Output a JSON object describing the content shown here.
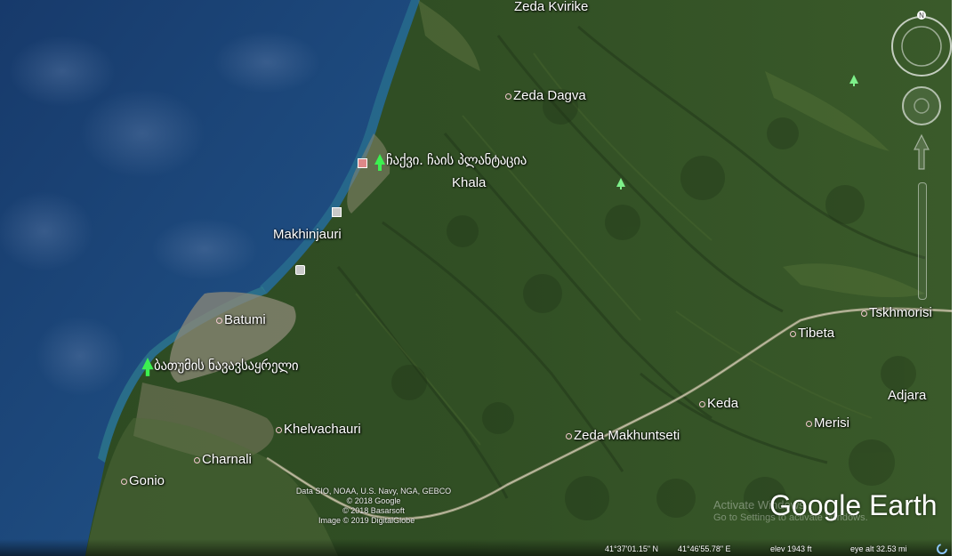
{
  "places": {
    "zeda_kvirike": "Zeda Kvirike",
    "zeda_dagva": "Zeda Dagva",
    "khala": "Khala",
    "makhinjauri": "Makhinjauri",
    "batumi": "Batumi",
    "khelvachauri": "Khelvachauri",
    "charnali": "Charnali",
    "gonio": "Gonio",
    "zeda_makhuntseti": "Zeda Makhuntseti",
    "keda": "Keda",
    "merisi": "Merisi",
    "tibeta": "Tibeta",
    "tskhmorisi": "Tskhmorisi",
    "adjara": "Adjara"
  },
  "markers": {
    "tea_plantation": "ჩაქვი. ჩაის პლანტაცია",
    "batumi_botanical": "ბათუმის ნავავსაყრელი"
  },
  "attribution": {
    "line1": "Data SIO, NOAA, U.S. Navy, NGA, GEBCO",
    "line2": "© 2018 Google",
    "line3": "© 2018 Basarsoft",
    "line4": "Image © 2019 DigitalGlobe"
  },
  "watermark": {
    "line1": "Activate Windows",
    "line2": "Go to Settings to activate Windows."
  },
  "logo": "Google Earth",
  "status": {
    "lat": "41°37'01.15\" N",
    "lon": "41°46'55.78\" E",
    "elev": "elev  1943 ft",
    "eye_alt": "eye alt  32.53 mi"
  },
  "colors": {
    "sea": "#1f4c82",
    "land": "#2f4d22",
    "marker": "#3cf050"
  },
  "icons": [
    "compass-icon",
    "look-joystick-icon",
    "move-joystick-icon",
    "zoom-slider-icon",
    "tree-pin-icon"
  ]
}
